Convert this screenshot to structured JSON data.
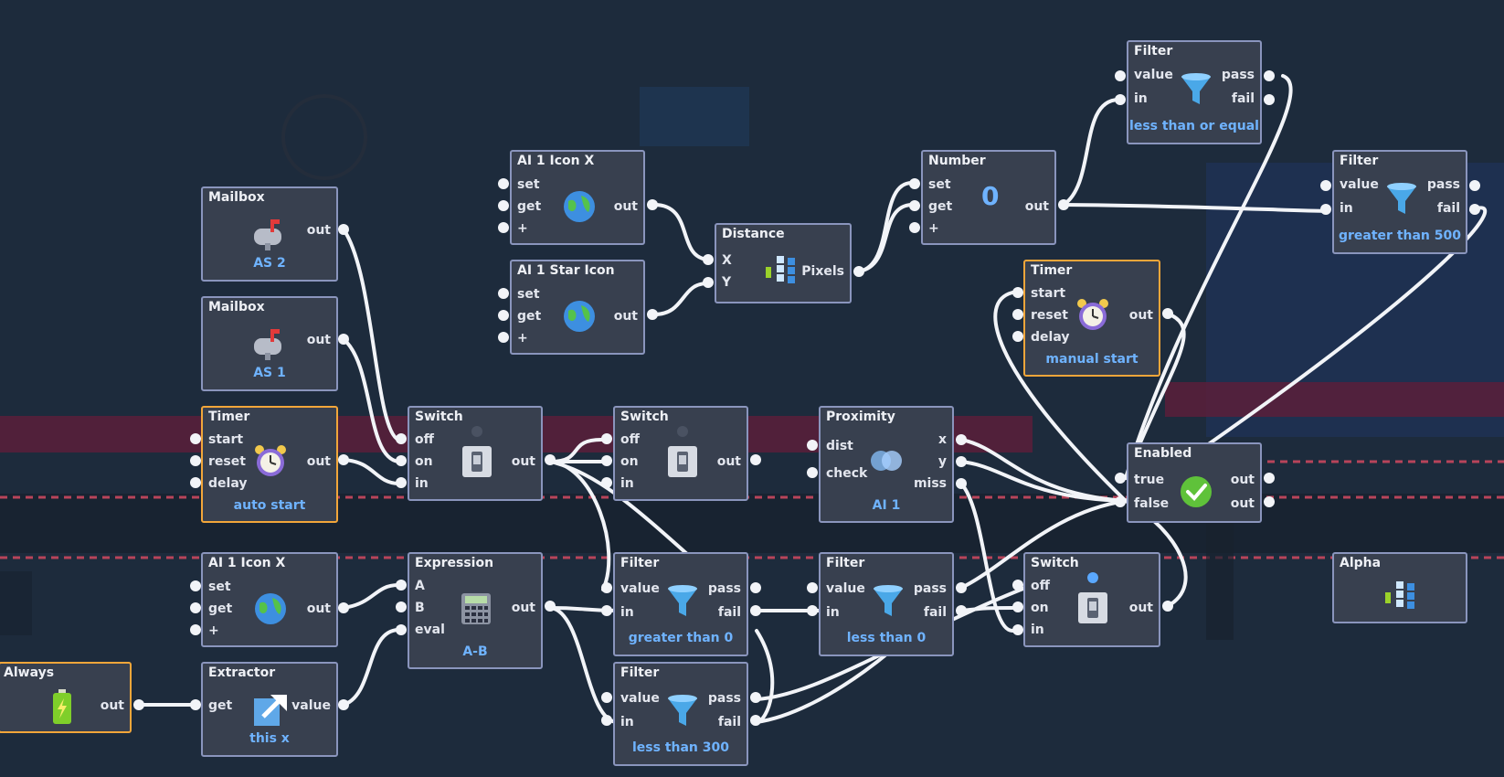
{
  "nodes": {
    "mailbox_as2": {
      "title": "Mailbox",
      "sub": "AS 2",
      "out": "out",
      "icon": "mailbox-icon"
    },
    "mailbox_as1": {
      "title": "Mailbox",
      "sub": "AS 1",
      "out": "out",
      "icon": "mailbox-icon"
    },
    "timer_auto": {
      "title": "Timer",
      "sub": "auto start",
      "inputs": [
        "start",
        "reset",
        "delay"
      ],
      "out": "out",
      "icon": "alarm-clock-icon"
    },
    "ai_icon_x_top": {
      "title": "AI 1 Icon X",
      "inputs": [
        "set",
        "get",
        "+"
      ],
      "out": "out",
      "icon": "globe-icon"
    },
    "ai_star_icon": {
      "title": "AI 1 Star Icon",
      "inputs": [
        "set",
        "get",
        "+"
      ],
      "out": "out",
      "icon": "globe-icon"
    },
    "distance": {
      "title": "Distance",
      "inputs": [
        "X",
        "Y"
      ],
      "out": "Pixels",
      "icon": "distance-gauge-icon"
    },
    "number": {
      "title": "Number",
      "value": "0",
      "inputs": [
        "set",
        "get",
        "+"
      ],
      "out": "out"
    },
    "filter_top": {
      "title": "Filter",
      "sub": "less than or equal",
      "inputs": [
        "value",
        "in"
      ],
      "outputs": [
        "pass",
        "fail"
      ],
      "icon": "funnel-icon"
    },
    "filter_right": {
      "title": "Filter",
      "sub": "greater than 500",
      "inputs": [
        "value",
        "in"
      ],
      "outputs": [
        "pass",
        "fail"
      ],
      "icon": "funnel-icon"
    },
    "timer_manual": {
      "title": "Timer",
      "sub": "manual start",
      "inputs": [
        "start",
        "reset",
        "delay"
      ],
      "out": "out",
      "icon": "alarm-clock-icon"
    },
    "switch_1": {
      "title": "Switch",
      "inputs": [
        "off",
        "on",
        "in"
      ],
      "out": "out",
      "icon": "toggle-switch-icon"
    },
    "switch_2": {
      "title": "Switch",
      "inputs": [
        "off",
        "on",
        "in"
      ],
      "out": "out",
      "icon": "toggle-switch-icon"
    },
    "proximity": {
      "title": "Proximity",
      "sub": "AI 1",
      "inputs": [
        "dist",
        "check"
      ],
      "outputs": [
        "x",
        "y",
        "miss"
      ],
      "icon": "proximity-rings-icon"
    },
    "enabled": {
      "title": "Enabled",
      "inputs": [
        "true",
        "false"
      ],
      "outputs": [
        "out",
        "out"
      ],
      "icon": "checkmark-icon"
    },
    "ai_icon_x_bottom": {
      "title": "AI 1 Icon X",
      "inputs": [
        "set",
        "get",
        "+"
      ],
      "out": "out",
      "icon": "globe-icon"
    },
    "expression": {
      "title": "Expression",
      "sub": "A-B",
      "inputs": [
        "A",
        "B",
        "eval"
      ],
      "out": "out",
      "icon": "calculator-icon"
    },
    "filter_gt0": {
      "title": "Filter",
      "sub": "greater than 0",
      "inputs": [
        "value",
        "in"
      ],
      "outputs": [
        "pass",
        "fail"
      ],
      "icon": "funnel-icon"
    },
    "filter_lt0": {
      "title": "Filter",
      "sub": "less than 0",
      "inputs": [
        "value",
        "in"
      ],
      "outputs": [
        "pass",
        "fail"
      ],
      "icon": "funnel-icon"
    },
    "switch_3": {
      "title": "Switch",
      "inputs": [
        "off",
        "on",
        "in"
      ],
      "out": "out",
      "icon": "toggle-switch-icon"
    },
    "alpha": {
      "title": "Alpha",
      "icon": "distance-gauge-icon"
    },
    "always": {
      "title": "Always",
      "out": "out",
      "icon": "battery-icon"
    },
    "extractor": {
      "title": "Extractor",
      "sub": "this x",
      "inputs": [
        "get"
      ],
      "out": "value",
      "icon": "arrow-out-icon"
    },
    "filter_lt300": {
      "title": "Filter",
      "sub": "less than 300",
      "inputs": [
        "value",
        "in"
      ],
      "outputs": [
        "pass",
        "fail"
      ],
      "icon": "funnel-icon"
    }
  },
  "colors": {
    "background": "#1d2b3c",
    "node": "#38404f",
    "node_border": "#8a95bd",
    "selected_border": "#f2a63a",
    "accent_text": "#6fb3ff",
    "wire": "#f2f4f8"
  }
}
